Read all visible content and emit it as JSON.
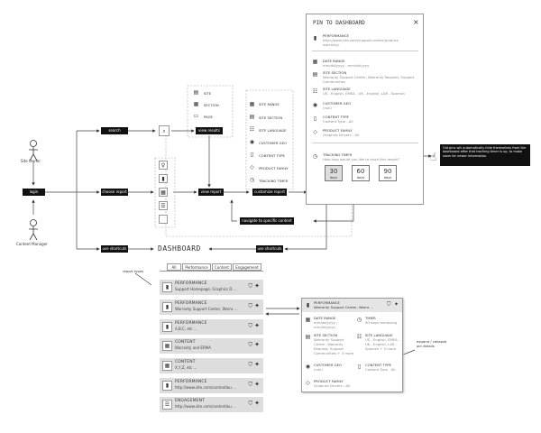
{
  "actors": {
    "site_owner": "Site Owner",
    "content_manager": "Content Manager"
  },
  "buttons": {
    "login": "login",
    "search": "search",
    "choose_report": "choose report",
    "use_shortcuts": "use shortcuts",
    "view_results": "view results",
    "view_report": "view report",
    "customize_report": "customize report",
    "navigate_to_content": "navigate to specific content",
    "use_shortcuts_2": "use shortcuts",
    "pin_to_dashboard": "PIN TO DASHBOARD",
    "cancel": "CANCEL"
  },
  "search_results": [
    "SITE",
    "SECTION",
    "PAGE"
  ],
  "customize_options": [
    "SITE RANGE",
    "SITE SECTION",
    "SITE LANGUAGE",
    "CUSTOMER GEO",
    "CONTENT TYPE",
    "PRODUCT FAMILY",
    "TRACKING TIMER"
  ],
  "dashboard": {
    "title": "DASHBOARD",
    "tabs": [
      "All",
      "Performance",
      "Content",
      "Engagement"
    ],
    "report_types_note": "report types",
    "rows": [
      {
        "title": "PERFORMANCE",
        "sub": "Support Homepage, Graphics D ..."
      },
      {
        "title": "PERFORMANCE",
        "sub": "Warranty Support Center, Warra ..."
      },
      {
        "title": "PERFORMANCE",
        "sub": "A,B,C, etc ..."
      },
      {
        "title": "CONTENT",
        "sub": "Warranty and ERMA"
      },
      {
        "title": "CONTENT",
        "sub": "X,Y,Z, etc ..."
      },
      {
        "title": "PERFORMANCE",
        "sub": "http://www.site.com/contentlou ..."
      },
      {
        "title": "ENGAGEMENT",
        "sub": "http://www.site.com/contentlou ..."
      }
    ]
  },
  "pin_dialog": {
    "title": "PIN TO DASHBOARD",
    "close": "×",
    "report_title": "PERFORMANCE",
    "report_url": "http://www.site.com/support-center/product-warranty/",
    "fields": [
      {
        "label": "DATE RANGE",
        "value": "mm/dd/yyyy - mm/dd/yyyy"
      },
      {
        "label": "SITE SECTION",
        "value": "Warranty Support Center, Warranty Request, Support Communities"
      },
      {
        "label": "SITE LANGUAGE",
        "value": "US - English, EMEA - UK - English, LAR - Spanish"
      },
      {
        "label": "CUSTOMER GEO",
        "value": "(null)"
      },
      {
        "label": "CONTENT TYPE",
        "value": "Content Type - All"
      },
      {
        "label": "PRODUCT FAMILY",
        "value": "Graphics Drivers - All"
      }
    ],
    "timer_label": "TRACKING TIMER",
    "timer_question": "How long would you like to track this report?",
    "timer_options": [
      {
        "n": "30",
        "d": "days"
      },
      {
        "n": "60",
        "d": "days"
      },
      {
        "n": "90",
        "d": "days"
      }
    ],
    "callout": "Old pins will automatically hide themselves from the dashboard after that tracking timer is up, to make room for newer information."
  },
  "expanded": {
    "title": "PERFORMANCE",
    "sub": "Warranty Support Center, Warra ...",
    "fields": [
      {
        "label": "DATE RANGE",
        "value": "mm/dd/yyyy - mm/dd/yyyy"
      },
      {
        "label": "TIMER",
        "value": "90 days remaining"
      },
      {
        "label": "SITE SECTION",
        "value": "Warranty Support Center, Warranty Request, Support Communities + 3 more"
      },
      {
        "label": "SITE LANGUAGE",
        "value": "US - English, EMEA - UK - English, LAR - Spanish + 5 more"
      },
      {
        "label": "CUSTOMER GEO",
        "value": "(null)"
      },
      {
        "label": "CONTENT TYPE",
        "value": "Content Type - All"
      },
      {
        "label": "PRODUCT FAMILY",
        "value": "Graphics Drivers - All"
      }
    ],
    "note": "expand / collapse pin details"
  }
}
